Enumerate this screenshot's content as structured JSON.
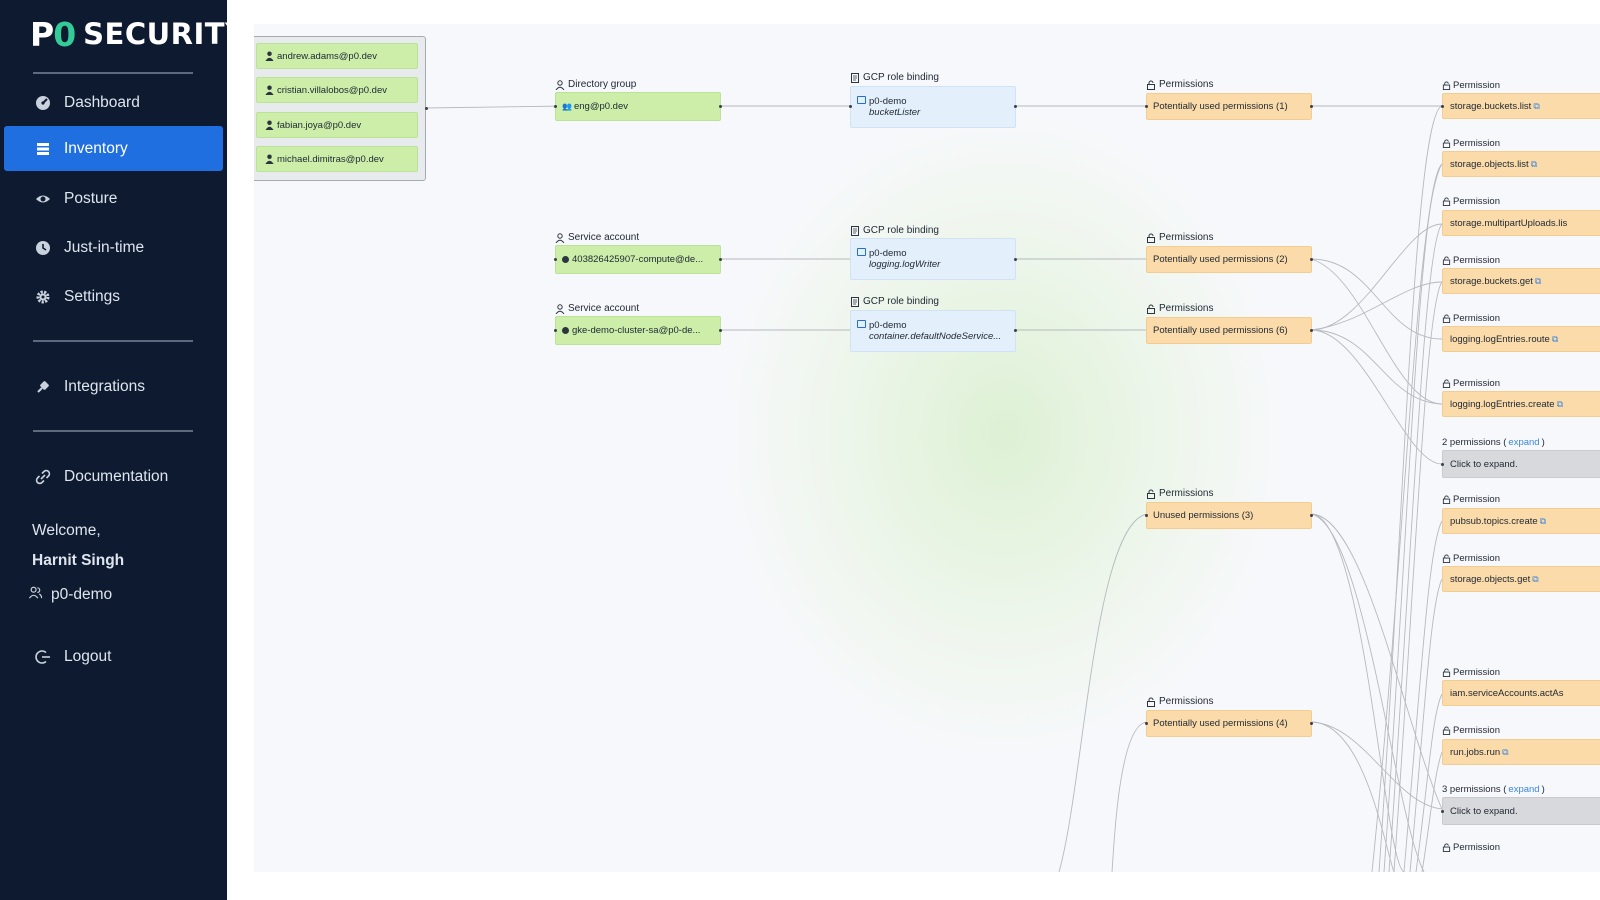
{
  "brand": {
    "mark_left": "P",
    "mark_zero": "0",
    "name": "SECURITY",
    "accent": "#33cc99"
  },
  "nav": {
    "items": [
      {
        "label": "Dashboard",
        "icon": "dashboard-gauge-icon"
      },
      {
        "label": "Inventory",
        "icon": "list-icon",
        "active": true
      },
      {
        "label": "Posture",
        "icon": "eye-icon"
      },
      {
        "label": "Just-in-time",
        "icon": "clock-icon"
      },
      {
        "label": "Settings",
        "icon": "gear-icon"
      }
    ],
    "integrations": {
      "label": "Integrations",
      "icon": "plug-icon"
    },
    "documentation": {
      "label": "Documentation",
      "icon": "link-icon"
    },
    "welcome": "Welcome,",
    "user_name": "Harnit Singh",
    "org": "p0-demo",
    "logout": "Logout"
  },
  "graph": {
    "users": [
      "andrew.adams@p0.dev",
      "cristian.villalobos@p0.dev",
      "fabian.joya@p0.dev",
      "michael.dimitras@p0.dev"
    ],
    "principals": [
      {
        "type": "Directory group",
        "name": "eng@p0.dev"
      },
      {
        "type": "Service account",
        "name": "403826425907-compute@de..."
      },
      {
        "type": "Service account",
        "name": "gke-demo-cluster-sa@p0-de..."
      }
    ],
    "bindings": [
      {
        "type": "GCP role binding",
        "project": "p0-demo",
        "role": "bucketLister"
      },
      {
        "type": "GCP role binding",
        "project": "p0-demo",
        "role": "logging.logWriter"
      },
      {
        "type": "GCP role binding",
        "project": "p0-demo",
        "role": "container.defaultNodeService..."
      }
    ],
    "permission_groups": [
      {
        "type": "Permissions",
        "name": "Potentially used permissions (1)"
      },
      {
        "type": "Permissions",
        "name": "Potentially used permissions (2)"
      },
      {
        "type": "Permissions",
        "name": "Potentially used permissions (6)"
      },
      {
        "type": "Permissions",
        "name": "Unused permissions (3)"
      },
      {
        "type": "Permissions",
        "name": "Potentially used permissions (4)"
      }
    ],
    "permission_type": "Permission",
    "permissions": [
      "storage.buckets.list",
      "storage.objects.list",
      "storage.multipartUploads.lis",
      "storage.buckets.get",
      "logging.logEntries.route",
      "logging.logEntries.create",
      "pubsub.topics.create",
      "storage.objects.get",
      "iam.serviceAccounts.actAs",
      "run.jobs.run"
    ],
    "collapsed": [
      {
        "count_text": "2 permissions (",
        "link": "expand",
        "close": ")",
        "body": "Click to expand."
      },
      {
        "count_text": "3 permissions (",
        "link": "expand",
        "close": ")",
        "body": "Click to expand."
      }
    ],
    "ext_icon": "external-link-icon"
  }
}
